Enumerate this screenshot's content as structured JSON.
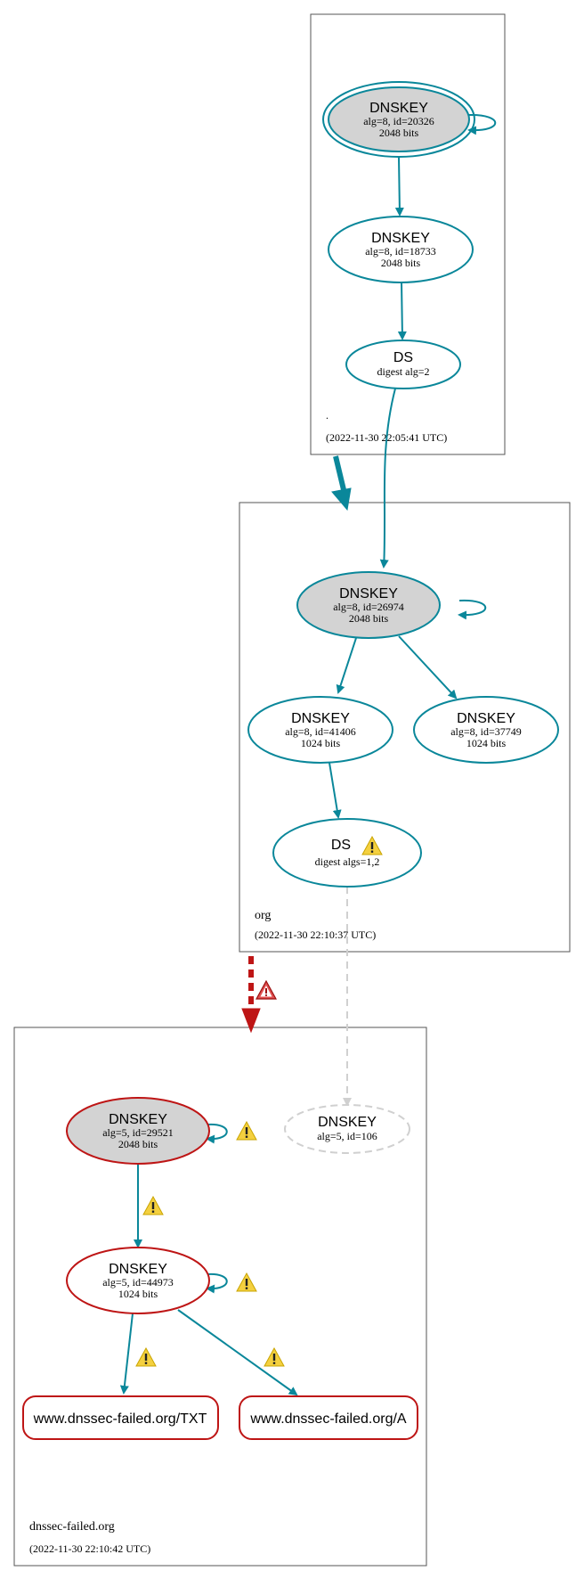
{
  "zones": {
    "root": {
      "name": ".",
      "timestamp": "(2022-11-30 22:05:41 UTC)"
    },
    "org": {
      "name": "org",
      "timestamp": "(2022-11-30 22:10:37 UTC)"
    },
    "dnssec_failed": {
      "name": "dnssec-failed.org",
      "timestamp": "(2022-11-30 22:10:42 UTC)"
    }
  },
  "nodes": {
    "root_ksk": {
      "title": "DNSKEY",
      "line1": "alg=8, id=20326",
      "line2": "2048 bits"
    },
    "root_zsk": {
      "title": "DNSKEY",
      "line1": "alg=8, id=18733",
      "line2": "2048 bits"
    },
    "root_ds": {
      "title": "DS",
      "line1": "digest alg=2"
    },
    "org_ksk": {
      "title": "DNSKEY",
      "line1": "alg=8, id=26974",
      "line2": "2048 bits"
    },
    "org_zsk1": {
      "title": "DNSKEY",
      "line1": "alg=8, id=41406",
      "line2": "1024 bits"
    },
    "org_zsk2": {
      "title": "DNSKEY",
      "line1": "alg=8, id=37749",
      "line2": "1024 bits"
    },
    "org_ds": {
      "title": "DS",
      "line1": "digest algs=1,2"
    },
    "df_ksk": {
      "title": "DNSKEY",
      "line1": "alg=5, id=29521",
      "line2": "2048 bits"
    },
    "df_missing": {
      "title": "DNSKEY",
      "line1": "alg=5, id=106"
    },
    "df_zsk": {
      "title": "DNSKEY",
      "line1": "alg=5, id=44973",
      "line2": "1024 bits"
    },
    "df_txt": {
      "label": "www.dnssec-failed.org/TXT"
    },
    "df_a": {
      "label": "www.dnssec-failed.org/A"
    }
  },
  "colors": {
    "secure": "#0a879a",
    "bogus": "#be1515",
    "missing": "#d0d0d0",
    "key_fill": "#d3d3d3",
    "zone_border": "#555555",
    "warning": "#f4d03f",
    "error_icon": "#be1515"
  },
  "icons": {
    "warning": "warning-icon",
    "error": "error-icon"
  }
}
